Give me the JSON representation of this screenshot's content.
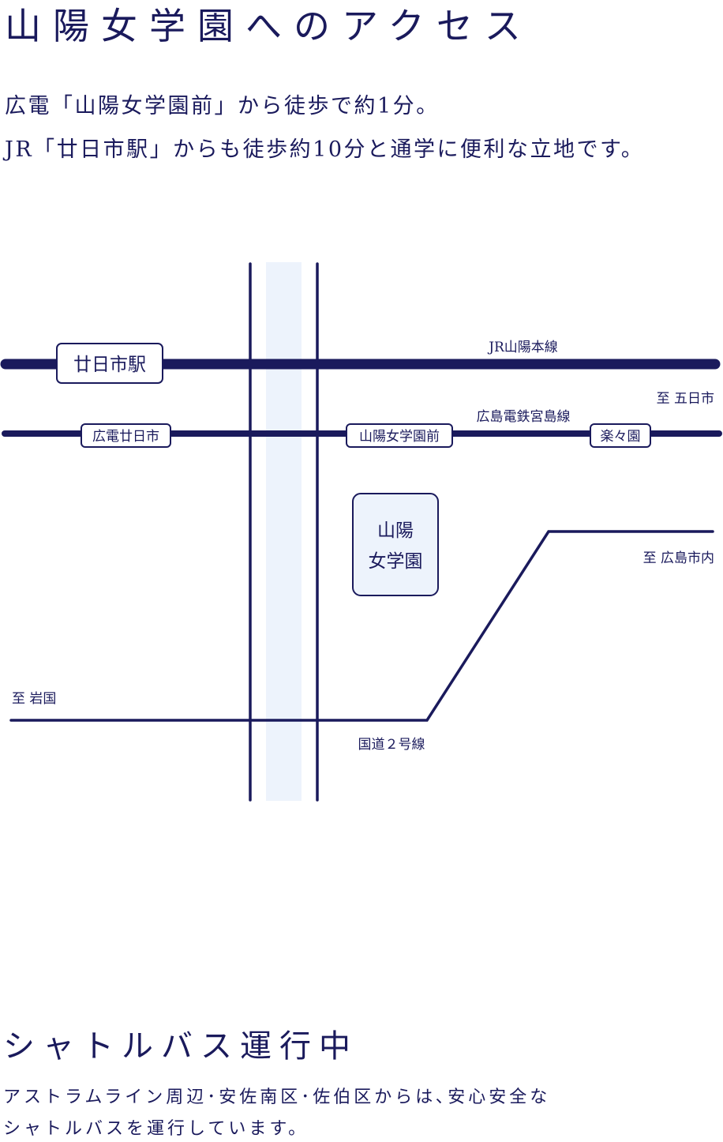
{
  "header": {
    "title": "山陽女学園へのアクセス",
    "lead_line_1": "広電「山陽女学園前」から徒歩で約1分。",
    "lead_line_2": "JR「廿日市駅」からも徒歩約10分と通学に便利な立地です。"
  },
  "map": {
    "lines": {
      "jr": "JR山陽本線",
      "hiroden": "広島電鉄宮島線",
      "route2": "国道２号線"
    },
    "stations": {
      "jr_hatsukaichi": "廿日市駅",
      "hiroden_hatsukaichi": "広電廿日市",
      "sanyo_jogakuen_mae": "山陽女学園前",
      "rakurakuen": "楽々園"
    },
    "school": {
      "line_1": "山陽",
      "line_2": "女学園"
    },
    "directions": {
      "to_itsukaichi": "至 五日市",
      "to_hiroshima": "至 広島市内",
      "to_iwakuni": "至 岩国"
    },
    "colors": {
      "navy": "#1a1a5c",
      "river": "#edf3fc",
      "school_fill": "#edf3fc"
    }
  },
  "shuttle": {
    "title": "シャトルバス運行中",
    "text_line_1": "アストラムライン周辺･安佐南区･佐伯区からは､安心安全な",
    "text_line_2": "シャトルバスを運行しています。"
  }
}
